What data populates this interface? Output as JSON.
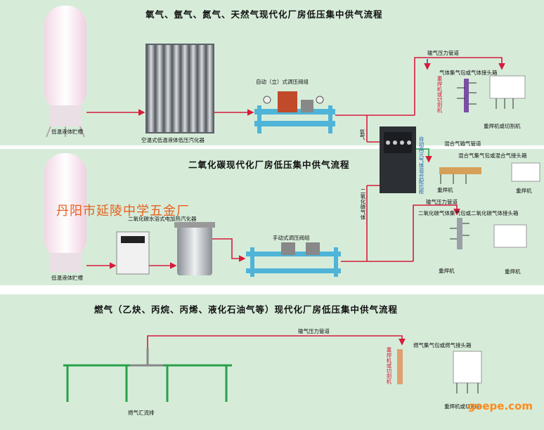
{
  "titles": {
    "section1": "氧气、氩气、氮气、天然气现代化厂房低压集中供气流程",
    "section2": "二氧化碳现代化厂房低压集中供气流程",
    "section3": "燃气（乙炔、丙烷、丙烯、液化石油气等）现代化厂房低压集中供气流程"
  },
  "labels": {
    "tank1": "低温液体贮槽",
    "tank2": "低温液体贮槽",
    "vaporizer": "空温式低温液体低压汽化器",
    "auto_valve": "自动（立）式调压阀组",
    "pipe1": "输气压力管道",
    "box1": "气体集气包或气体接头箱",
    "welder1": "重焊机或切割机",
    "welder1b": "重焊机或切割机",
    "oxygen_v": "氧气",
    "co2_v": "二氧化碳气体",
    "mixer_v": "自动两元气体混合配比柜",
    "mix_pipe": "混合气输气管道",
    "mix_box": "混合气集气包或混合气接头箱",
    "welder2": "重焊机",
    "welder2b": "重焊机",
    "pipe2": "输气压力管道",
    "co2_heater": "二氧化碳水浴式电加热汽化器",
    "manual_valve": "手动式调压阀组",
    "co2_box": "二氧化碳气体集气包或二氧化碳气体接头箱",
    "welder3": "重焊机",
    "welder3b": "重焊机",
    "pipe3": "输气压力管道",
    "manifold": "燃气汇流排",
    "gas_box": "燃气集气包或燃气接头箱",
    "welder4_v": "重焊机或切割机",
    "welder4": "重焊机或切割机",
    "watermark": "丹阳市延陵中学五金厂",
    "logo": "goepe.com"
  },
  "colors": {
    "panel": "#d6ecd9",
    "pipe": "#d61b3c",
    "accent_blue": "#1b5fae",
    "watermark": "#e8601c",
    "logo": "#ff8a1c"
  }
}
